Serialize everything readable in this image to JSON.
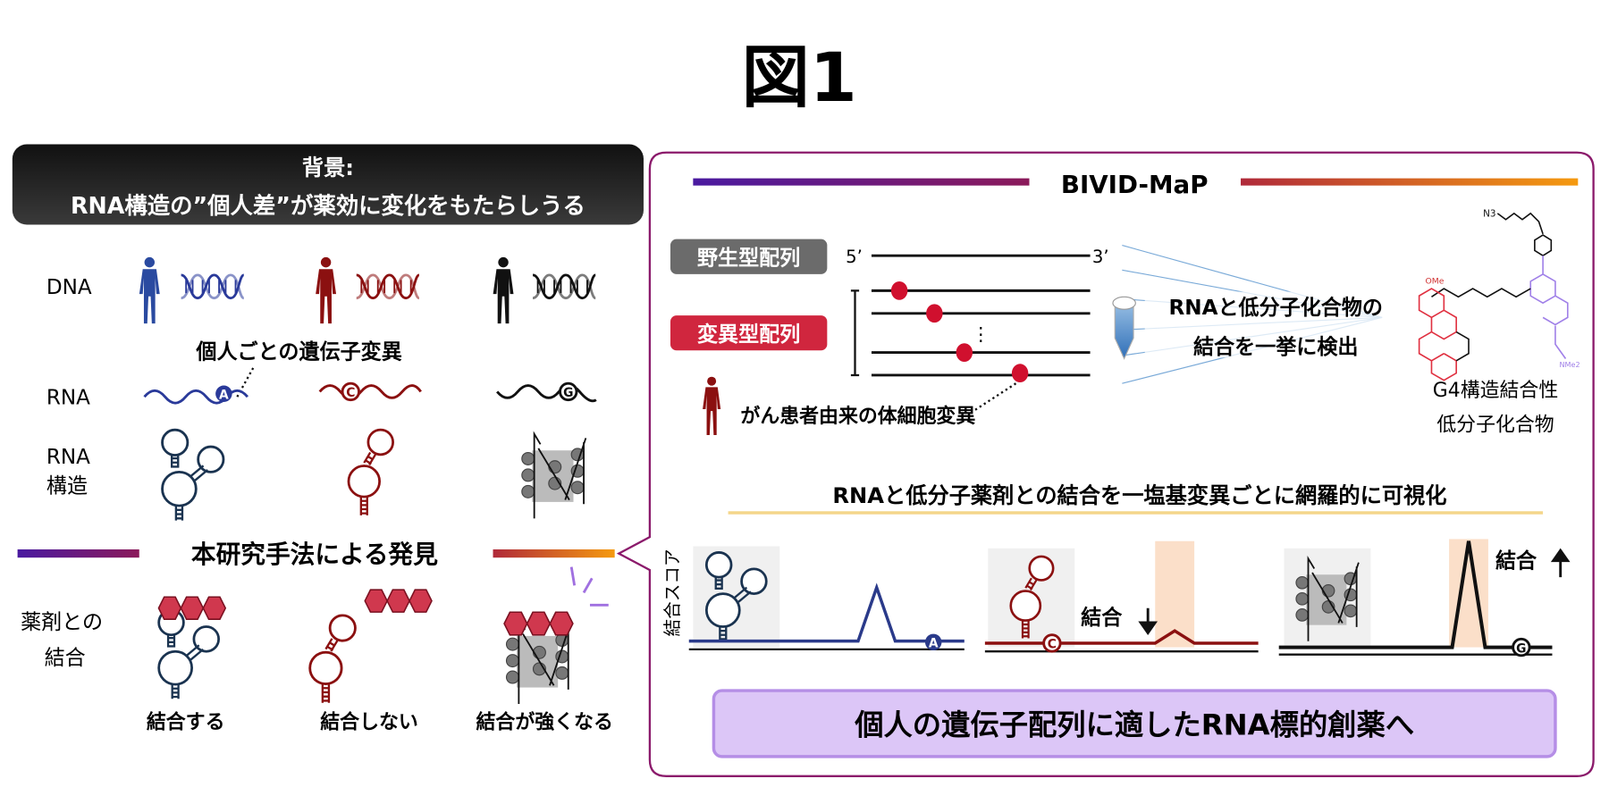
{
  "title": "図1",
  "background": {
    "heading_line1": "背景:",
    "heading_line2": "RNA構造の”個人差”が薬効に変化をもたらしうる",
    "row_dna": "DNA",
    "variation_caption": "個人ごとの遺伝子変異",
    "row_rna": "RNA",
    "row_structure_line1": "RNA",
    "row_structure_line2": "構造",
    "bases": [
      "A",
      "C",
      "G"
    ],
    "colors": {
      "person1": "#2a4aa0",
      "person2": "#8b1010",
      "person3": "#111111"
    }
  },
  "discovery": {
    "heading": "本研究手法による発見",
    "row_binding_line1": "薬剤との",
    "row_binding_line2": "結合",
    "outcomes": [
      "結合する",
      "結合しない",
      "結合が強くなる"
    ]
  },
  "method": {
    "name": "BIVID-MaP",
    "wild_type_label": "野生型配列",
    "mutant_label": "変異型配列",
    "five_prime": "5’",
    "three_prime": "3’",
    "ellipsis": "⋮",
    "detect_line1": "RNAと低分子化合物の",
    "detect_line2": "結合を一挙に検出",
    "somatic_caption": "がん患者由来の体細胞変異",
    "compound_line1": "G4構造結合性",
    "compound_line2": "低分子化合物",
    "molecule_labels": {
      "azide": "N3",
      "methoxy": "OMe",
      "amine": "NMe2"
    },
    "visualize_caption": "RNAと低分子薬剤との結合を一塩基変異ごとに網羅的に可視化",
    "y_axis_label": "結合スコア",
    "binding_down": "結合",
    "binding_up": "結合",
    "conclusion": "個人の遺伝子配列に適したRNA標的創薬へ"
  },
  "colors": {
    "panel_border": "#8b1a6b",
    "mutation_dot": "#d0102e",
    "highlight": "#fbdfc9",
    "conclusion_bg": "#dcc6f7"
  }
}
